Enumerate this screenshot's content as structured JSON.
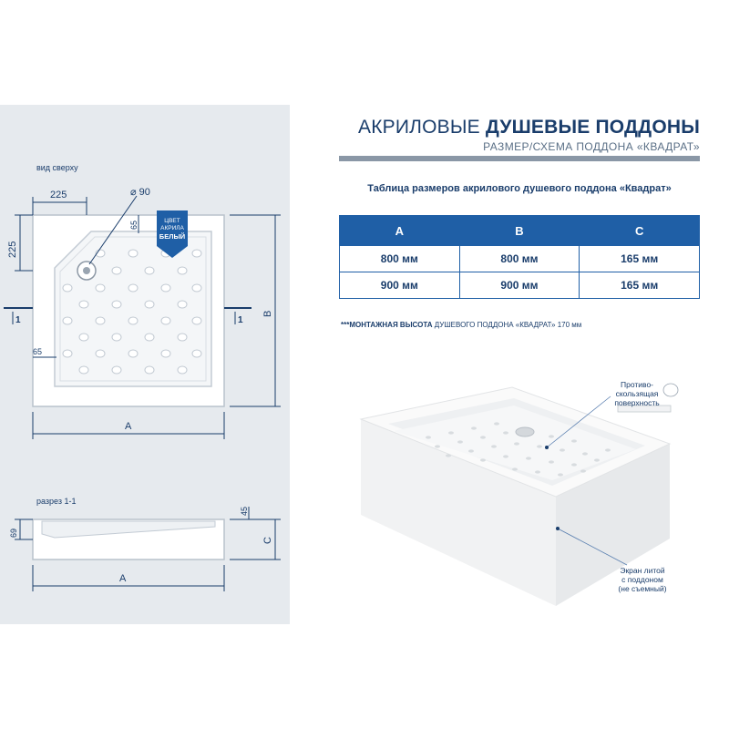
{
  "header": {
    "title_light": "АКРИЛОВЫЕ",
    "title_bold": "ДУШЕВЫЕ ПОДДОНЫ",
    "subtitle": "РАЗМЕР/СХЕМА ПОДДОНА «КВАДРАТ»"
  },
  "drawing": {
    "view_top_label": "вид сверху",
    "section_label": "разрез 1-1",
    "dim_225_top": "225",
    "dim_225_side": "225",
    "dim_diameter": "⌀ 90",
    "dim_65_top": "65",
    "dim_65_left": "65",
    "dim_A_top": "A",
    "dim_B": "B",
    "dim_1_left": "1",
    "dim_1_right": "1",
    "dim_69": "69",
    "dim_45": "45",
    "dim_C": "C",
    "dim_A_section": "A",
    "tag_line1": "ЦВЕТ",
    "tag_line2": "АКРИЛА",
    "tag_line3": "БЕЛЫЙ"
  },
  "table": {
    "caption": "Таблица размеров акрилового душевого поддона «Квадрат»",
    "headers": [
      "A",
      "B",
      "C"
    ],
    "rows": [
      [
        "800 мм",
        "800 мм",
        "165 мм"
      ],
      [
        "900 мм",
        "900 мм",
        "165 мм"
      ]
    ]
  },
  "note": {
    "prefix": "***МОНТАЖНАЯ ВЫСОТА",
    "rest": "ДУШЕВОГО ПОДДОНА «КВАДРАТ» 170 мм"
  },
  "callouts": {
    "antislip_1": "Противо-",
    "antislip_2": "скользящая",
    "antislip_3": "поверхность",
    "screen_1": "Экран литой",
    "screen_2": "с поддоном",
    "screen_3": "(не съемный)"
  },
  "colors": {
    "brand_blue": "#1f5fa6",
    "text_navy": "#1a3d6b",
    "panel_bg": "#e6eaee"
  }
}
